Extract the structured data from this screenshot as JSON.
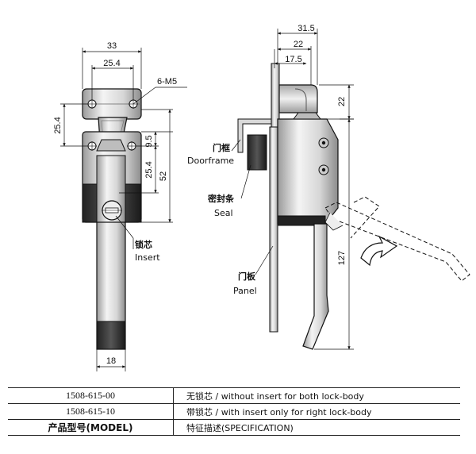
{
  "front_view": {
    "dims": {
      "width_33": "33",
      "width_25_4": "25.4",
      "height_25_4_left": "25.4",
      "holes": "6-M5",
      "height_9_5": "9.5",
      "height_25_4_right": "25.4",
      "height_52": "52",
      "width_18": "18"
    },
    "insert_cn": "锁芯",
    "insert_en": "Insert"
  },
  "side_view": {
    "dims": {
      "width_31_5": "31.5",
      "width_22": "22",
      "width_17_5": "17.5",
      "height_22": "22",
      "height_127": "127"
    },
    "doorframe_cn": "门框",
    "doorframe_en": "Doorframe",
    "seal_cn": "密封条",
    "seal_en": "Seal",
    "panel_cn": "门板",
    "panel_en": "Panel"
  },
  "table": {
    "rows": [
      {
        "model": "1508-615-00",
        "spec": "无锁芯 / without insert for both lock-body"
      },
      {
        "model": "1508-615-10",
        "spec": "带锁芯 / with insert only for right lock-body"
      }
    ],
    "header": {
      "model": "产品型号(MODEL)",
      "spec": "特征描述(SPECIFICATION)"
    }
  }
}
